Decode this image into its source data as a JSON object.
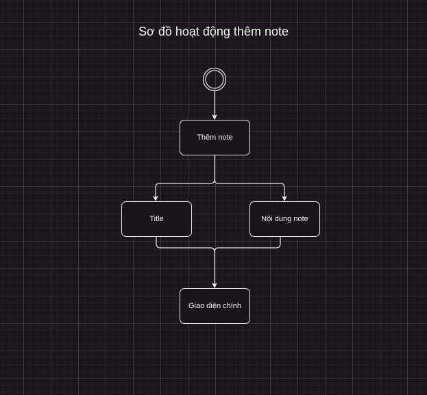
{
  "diagram": {
    "title": "Sơ đồ hoạt động thêm note",
    "nodes": {
      "add_note": "Thêm note",
      "title": "Title",
      "content": "Nội dung note",
      "main_ui": "Giao diện chính"
    },
    "start_node": "initial-state",
    "colors": {
      "background": "#1a161c",
      "stroke": "#e8e8e8",
      "text": "#f2f2f2"
    }
  }
}
